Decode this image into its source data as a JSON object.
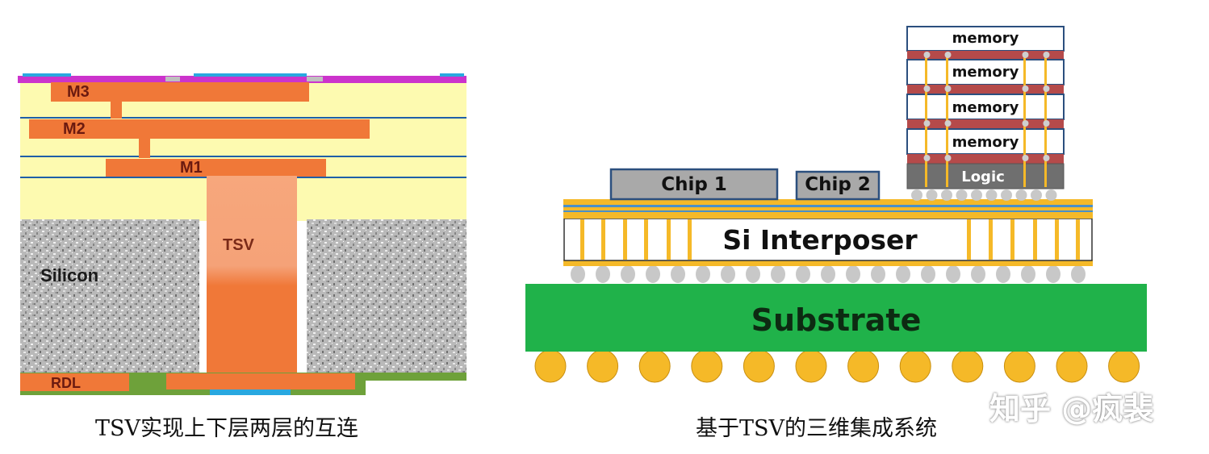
{
  "left_diagram": {
    "caption": "TSV实现上下层两层的互连",
    "labels": {
      "m3": "M3",
      "m2": "M2",
      "m1": "M1",
      "tsv": "TSV",
      "silicon": "Silicon",
      "rdl": "RDL"
    },
    "colors": {
      "metal": "#f07838",
      "tsv_light": "#f7a77c",
      "dielectric": "#fdfab0",
      "silicon": "#b8b8b8",
      "top_layer": "#cc33cc",
      "line_blue": "#1f5fa8",
      "base_green": "#6ea13a"
    }
  },
  "right_diagram": {
    "caption": "基于TSV的三维集成系统",
    "memory_labels": [
      "memory",
      "memory",
      "memory",
      "memory"
    ],
    "logic_label": "Logic",
    "chip1_label": "Chip 1",
    "chip2_label": "Chip 2",
    "interposer_label": "Si Interposer",
    "substrate_label": "Substrate",
    "colors": {
      "substrate": "#20b24a",
      "gold": "#f5b928",
      "chip_gray": "#a9a9a9",
      "chip_border": "#2b4f7e",
      "bump_gray": "#c8c8c8",
      "logic_gray": "#6f6f6f",
      "underfill_red": "#b54a4a"
    }
  },
  "watermark": "知乎 @疯裴"
}
